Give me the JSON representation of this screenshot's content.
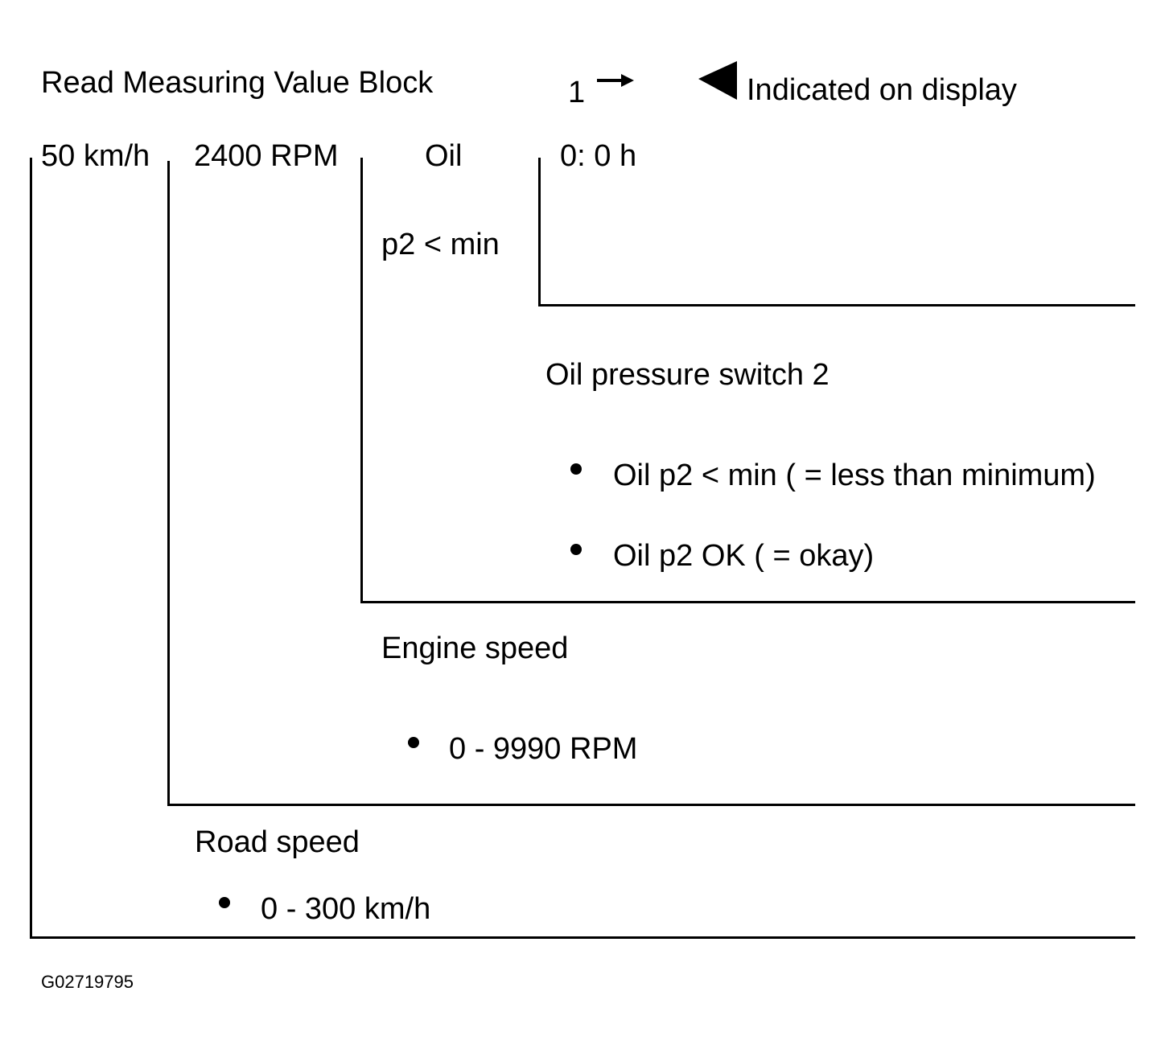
{
  "header": {
    "title": "Read Measuring Value Block",
    "group_number": "1",
    "arrow_icon": "right-arrow-icon",
    "indicator_icon": "left-pointer-triangle-icon",
    "indicator_label": "Indicated on display"
  },
  "display_fields": {
    "road_speed_value": "50 km/h",
    "engine_speed_value": "2400 RPM",
    "oil_label": "Oil",
    "oil_status": "p2 < min",
    "time_value": "0: 0 h"
  },
  "descriptions": {
    "oil_pressure": {
      "title": "Oil pressure switch 2",
      "items": [
        "Oil p2 < min ( = less than minimum)",
        "Oil p2 OK ( = okay)"
      ]
    },
    "engine_speed": {
      "title": "Engine speed",
      "items": [
        "0 - 9990 RPM"
      ]
    },
    "road_speed": {
      "title": "Road speed",
      "items": [
        "0 - 300 km/h"
      ]
    }
  },
  "figure_code": "G02719795",
  "colors": {
    "ink": "#000000",
    "background": "#ffffff"
  }
}
